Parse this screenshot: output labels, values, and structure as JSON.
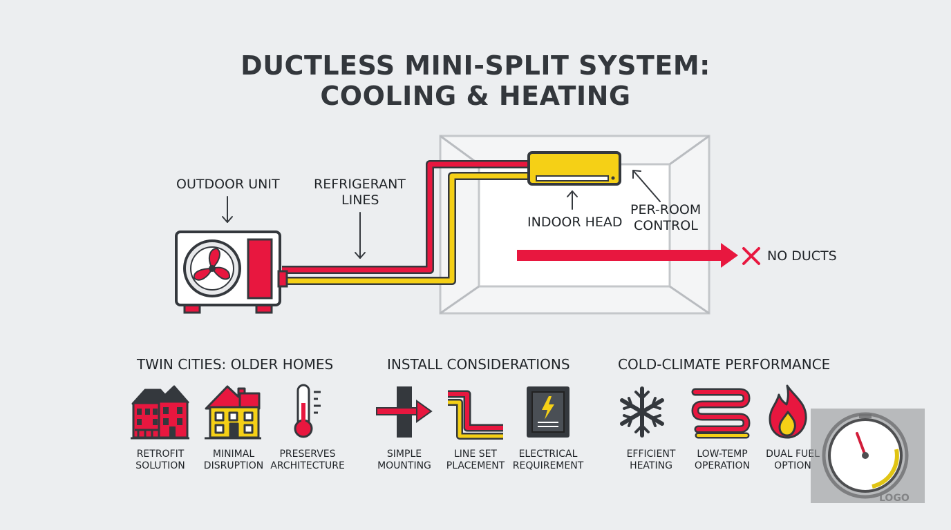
{
  "title": {
    "line1": "DUCTLESS MINI-SPLIT SYSTEM:",
    "line2": "COOLING & HEATING"
  },
  "diagram": {
    "outdoor_unit": "OUTDOOR UNIT",
    "refrigerant_line1": "REFRIGERANT",
    "refrigerant_line2": "LINES",
    "indoor_head": "INDOOR HEAD",
    "per_room_line1": "PER-ROOM",
    "per_room_line2": "CONTROL",
    "no_ducts": "NO DUCTS"
  },
  "sections": [
    {
      "title": "TWIN CITIES: OLDER HOMES",
      "items": [
        {
          "icon": "victorian-house-icon",
          "line1": "RETROFIT",
          "line2": "SOLUTION"
        },
        {
          "icon": "yellow-house-icon",
          "line1": "MINIMAL",
          "line2": "DISRUPTION"
        },
        {
          "icon": "thermometer-icon",
          "line1": "PRESERVES",
          "line2": "ARCHITECTURE"
        }
      ]
    },
    {
      "title": "INSTALL CONSIDERATIONS",
      "items": [
        {
          "icon": "wall-mount-arrow-icon",
          "line1": "SIMPLE",
          "line2": "MOUNTING"
        },
        {
          "icon": "line-set-icon",
          "line1": "LINE SET",
          "line2": "PLACEMENT"
        },
        {
          "icon": "electrical-panel-icon",
          "line1": "ELECTRICAL",
          "line2": "REQUIREMENT"
        }
      ]
    },
    {
      "title": "COLD-CLIMATE PERFORMANCE",
      "items": [
        {
          "icon": "snowflake-icon",
          "line1": "EFFICIENT",
          "line2": "HEATING"
        },
        {
          "icon": "heating-coil-icon",
          "line1": "LOW-TEMP",
          "line2": "OPERATION"
        },
        {
          "icon": "flame-icon",
          "line1": "DUAL FUEL",
          "line2": "OPTION"
        }
      ]
    }
  ],
  "watermark": {
    "text": "LOGO",
    "icon": "gauge-logo-icon"
  },
  "colors": {
    "red": "#e8173f",
    "yellow": "#f5d016",
    "dark": "#34383d",
    "background": "#eceef0"
  }
}
